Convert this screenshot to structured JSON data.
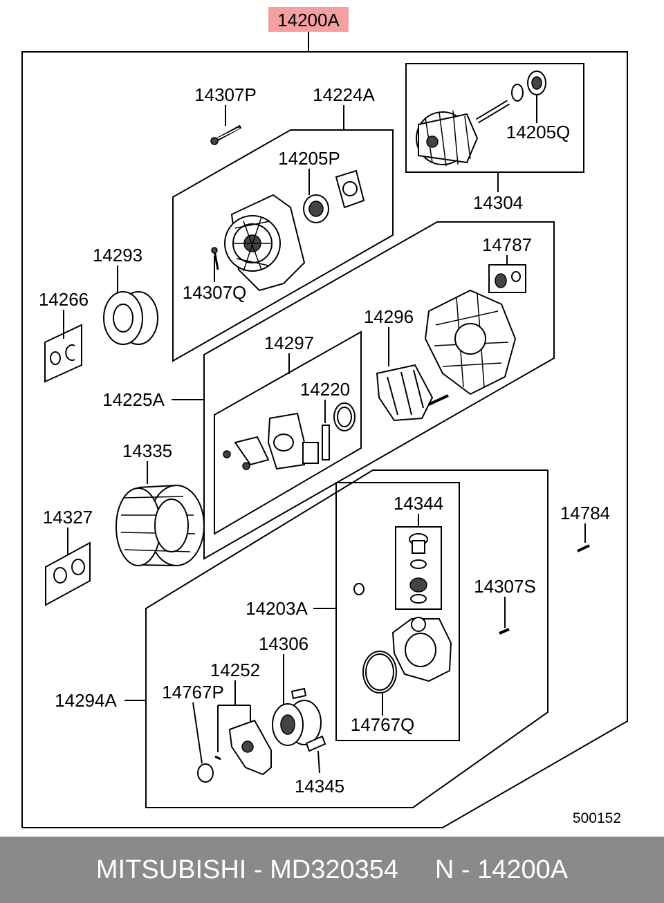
{
  "main_part_label": "14200A",
  "highlight_color": "#f4a0a0",
  "footer_color": "#8a8a8a",
  "labels": {
    "p14307P": "14307P",
    "p14224A": "14224A",
    "p14205P": "14205P",
    "p14205Q": "14205Q",
    "p14304": "14304",
    "p14293": "14293",
    "p14266": "14266",
    "p14307Q": "14307Q",
    "p14787": "14787",
    "p14296": "14296",
    "p14297": "14297",
    "p14220": "14220",
    "p14225A": "14225A",
    "p14335": "14335",
    "p14344": "14344",
    "p14784": "14784",
    "p14327": "14327",
    "p14307S": "14307S",
    "p14203A": "14203A",
    "p14306": "14306",
    "p14252": "14252",
    "p14767P": "14767P",
    "p14294A": "14294A",
    "p14767Q": "14767Q",
    "p14345": "14345"
  },
  "diagram_code": "500152",
  "footer": {
    "brand": "MITSUBISHI",
    "separator1": " - ",
    "part_number": "MD320354",
    "gap": "     ",
    "ref_prefix": "N",
    "separator2": " - ",
    "ref_code": "14200A"
  }
}
